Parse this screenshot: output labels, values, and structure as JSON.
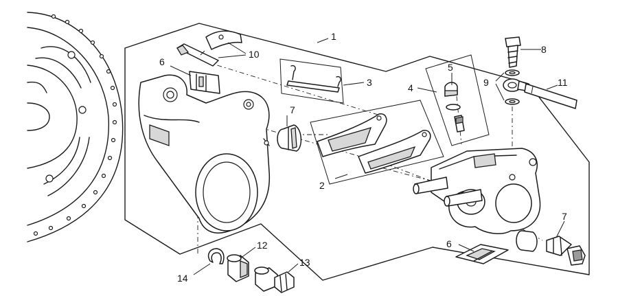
{
  "diagram": {
    "callouts": [
      {
        "id": "c1",
        "label": "1"
      },
      {
        "id": "c2",
        "label": "2"
      },
      {
        "id": "c3",
        "label": "3"
      },
      {
        "id": "c4",
        "label": "4"
      },
      {
        "id": "c5",
        "label": "5"
      },
      {
        "id": "c6a",
        "label": "6"
      },
      {
        "id": "c6b",
        "label": "6"
      },
      {
        "id": "c7a",
        "label": "7"
      },
      {
        "id": "c7b",
        "label": "7"
      },
      {
        "id": "c8",
        "label": "8"
      },
      {
        "id": "c9",
        "label": "9"
      },
      {
        "id": "c10",
        "label": "10"
      },
      {
        "id": "c11",
        "label": "11"
      },
      {
        "id": "c12",
        "label": "12"
      },
      {
        "id": "c13",
        "label": "13"
      },
      {
        "id": "c14",
        "label": "14"
      }
    ]
  }
}
